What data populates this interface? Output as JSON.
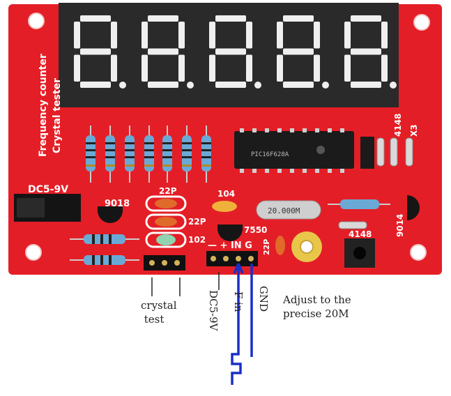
{
  "board": {
    "title": "Frequency counter",
    "subtitle": "Crystal tester",
    "colors": {
      "pcb": "#e41e26",
      "digit_body": "#2a2a2a",
      "segment": "#efefef",
      "wire": "#1a2fc8"
    }
  },
  "display": {
    "digit_count": 5,
    "segments_lit": "8.8.8.8.8."
  },
  "labels": {
    "power_jack": "DC5-9V",
    "transistor_left": "9018",
    "cap_22p_top": "22P",
    "cap_22p_mid": "22P",
    "cap_102": "102",
    "cap_104": "104",
    "transistor_mid": "7550",
    "crystal": "20.000M",
    "diode_4148_top": "4148",
    "diode_x3": "X3",
    "transistor_right": "9014",
    "button_diode": "4148",
    "cap_22p_right": "22P",
    "input_pins": "—  + IN  G",
    "mcu": "PIC16F628A"
  },
  "annotations": {
    "crystal_test": "crystal\n test",
    "dc_input": "DC5-9V",
    "f_in": "F in",
    "gnd": "GND",
    "adjust": "Adjust to the\nprecise 20M"
  }
}
